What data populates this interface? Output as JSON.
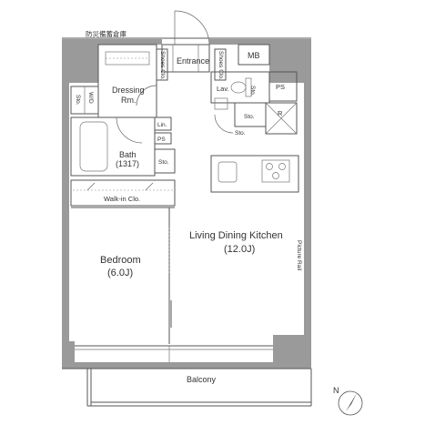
{
  "labels": {
    "storage_top": "防災備蓄倉庫",
    "entrance": "Entrance",
    "shoes_clo_left": "Shoes Clo.",
    "shoes_clo_right": "Shoes Clo.",
    "mb": "MB",
    "dressing": "Dressing",
    "dressing_rm": "Rm.",
    "lav": "Lav.",
    "sto_small_1": "Sto.",
    "ps_top": "PS",
    "wd": "W/D",
    "sto_left": "Sto.",
    "r": "R",
    "lin": "Lin.",
    "ps_mid": "PS",
    "sto_mid": "Sto.",
    "sto_hall": "Sto.",
    "bath": "Bath",
    "bath_size": "(1317)",
    "sto_bath": "Sto.",
    "walkin": "Walk-in Clo.",
    "ldk": "Living Dining Kitchen",
    "ldk_size": "(12.0J)",
    "bedroom": "Bedroom",
    "bedroom_size": "(6.0J)",
    "picture_rail": "Picture Rail",
    "balcony": "Balcony",
    "north": "N"
  }
}
